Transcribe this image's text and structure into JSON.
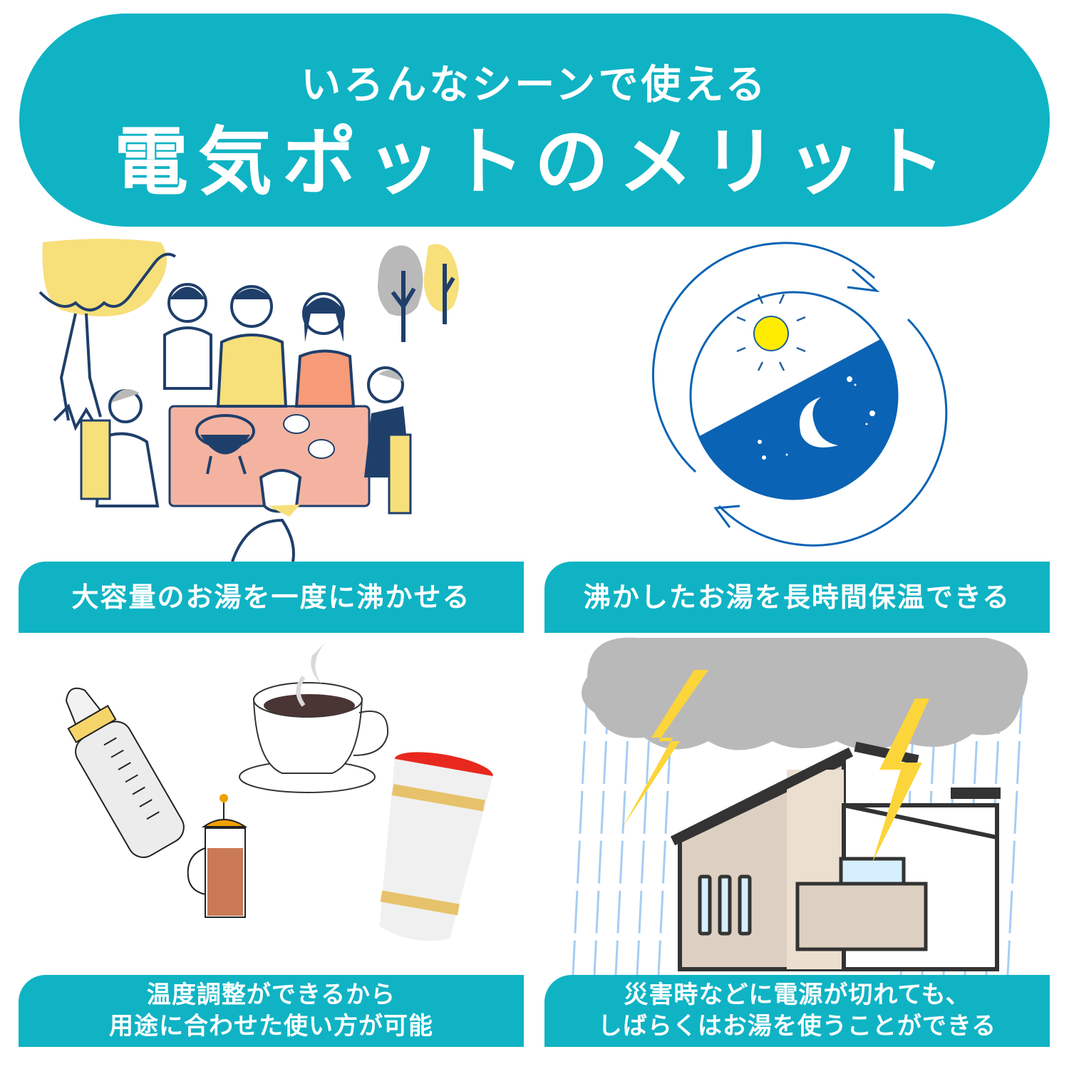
{
  "header": {
    "subtitle": "いろんなシーンで使える",
    "title": "電気ポットのメリット",
    "bg_color": "#0fb3c4"
  },
  "panels": [
    {
      "id": "large-capacity",
      "illustration": "outdoor-bbq-family-illustration",
      "label_lines": [
        "大容量のお湯を一度に沸かせる"
      ]
    },
    {
      "id": "keep-warm",
      "illustration": "day-night-cycle-illustration",
      "label_lines": [
        "沸かしたお湯を長時間保温できる"
      ]
    },
    {
      "id": "temperature-control",
      "illustration": "drinks-baby-bottle-coffee-tea-cup-noodle-illustration",
      "label_lines": [
        "温度調整ができるから",
        "用途に合わせた使い方が可能"
      ]
    },
    {
      "id": "disaster-use",
      "illustration": "storm-lightning-house-illustration",
      "label_lines": [
        "災害時などに電源が切れても、",
        "しばらくはお湯を使うことができる"
      ]
    }
  ],
  "colors": {
    "accent": "#0fb3c4",
    "navy": "#1f3f6b",
    "yellow": "#f7df7a",
    "salmon": "#f4b3a0",
    "night_blue": "#0a63b4",
    "sun_yellow": "#ffec00",
    "lightning": "#fcd53a",
    "cloud": "#b9b9b9",
    "house_beige": "#ddd0c2"
  }
}
